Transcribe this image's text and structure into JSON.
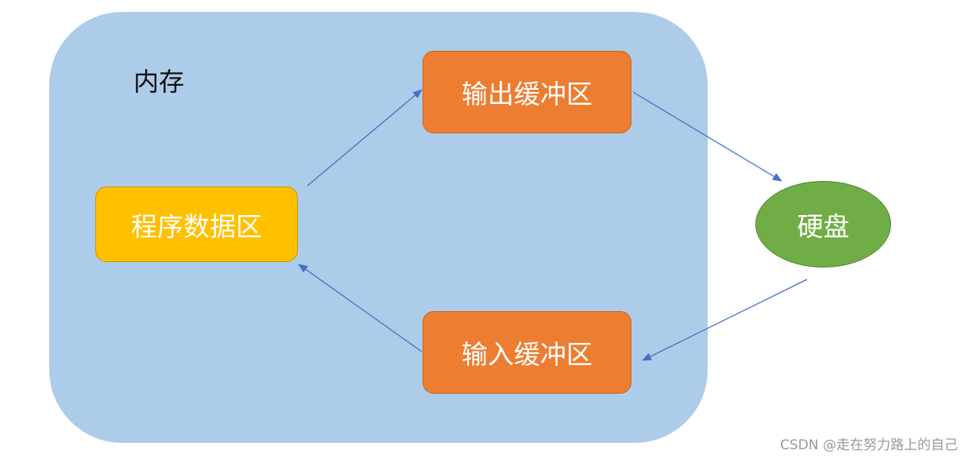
{
  "memory": {
    "label": "内存",
    "color": "#adcce9"
  },
  "nodes": {
    "program_data": {
      "label": "程序数据区",
      "color": "#ffc000"
    },
    "output_buffer": {
      "label": "输出缓冲区",
      "color": "#ed7d31"
    },
    "input_buffer": {
      "label": "输入缓冲区",
      "color": "#ed7d31"
    },
    "disk": {
      "label": "硬盘",
      "color": "#70ad47"
    }
  },
  "edges": [
    {
      "from": "program_data",
      "to": "output_buffer"
    },
    {
      "from": "output_buffer",
      "to": "disk"
    },
    {
      "from": "disk",
      "to": "input_buffer"
    },
    {
      "from": "input_buffer",
      "to": "program_data"
    }
  ],
  "arrow_color": "#4472c4",
  "watermark": "CSDN @走在努力路上的自己"
}
